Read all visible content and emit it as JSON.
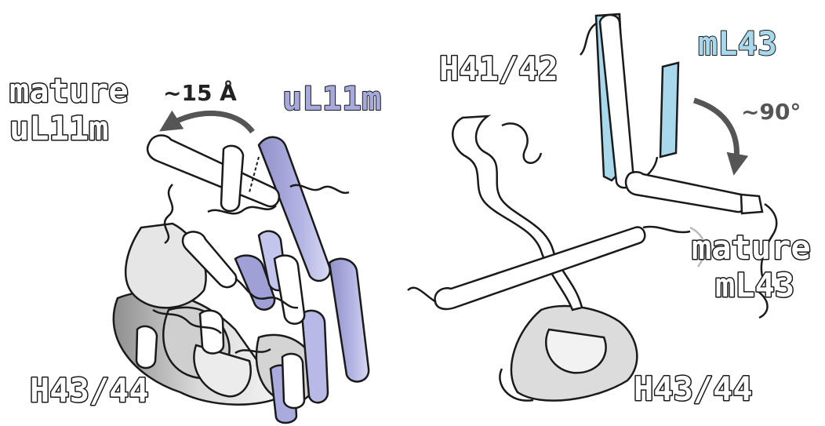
{
  "panel_letter": "",
  "left_panel": {
    "label_mature_line1": "mature",
    "label_mature_line2": "uL11m",
    "label_rotation": "~15 Å",
    "label_protein": "uL11m",
    "label_rrna": "H43/44"
  },
  "right_panel": {
    "label_helix": "H41/42",
    "label_protein": "mL43",
    "label_rotation": "~90°",
    "label_mature_line1": "mature",
    "label_mature_line2": "mL43",
    "label_rrna": "H43/44"
  },
  "colors": {
    "uL11m_accent": "#a7a9dc",
    "mL43_accent": "#a8d8ec",
    "mature_white": "#ffffff",
    "shade_gray": "#b8b8b8",
    "outline": "#1a1a1a",
    "arrow": "#555555"
  }
}
